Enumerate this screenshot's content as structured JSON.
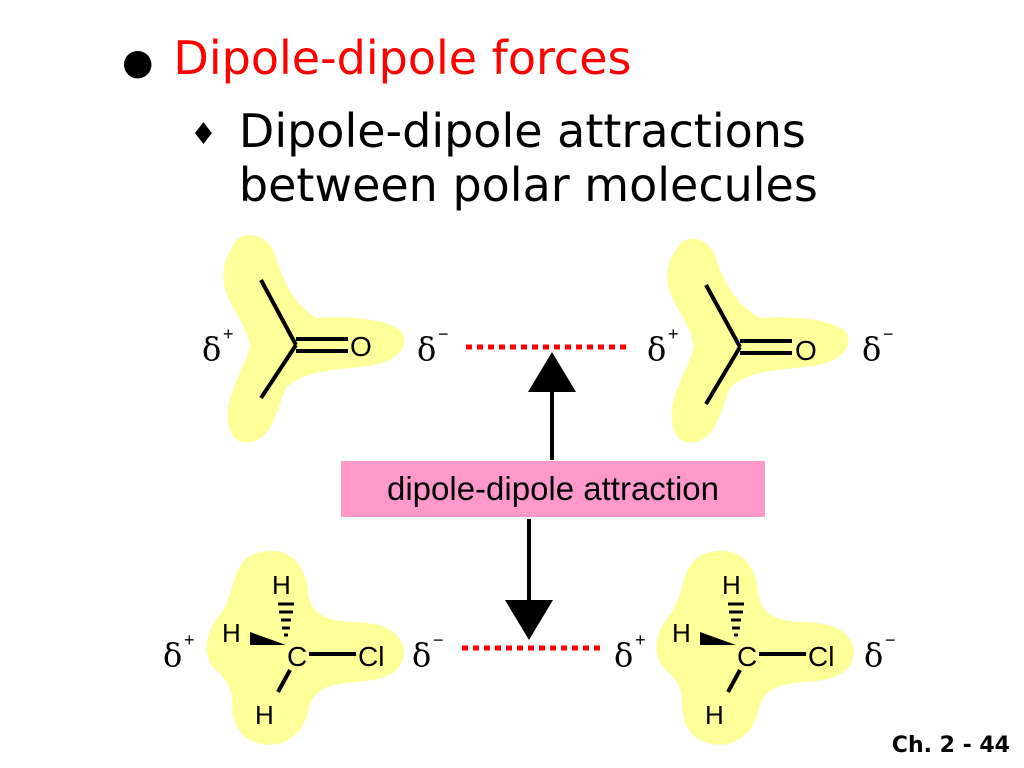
{
  "heading": {
    "bullet": "●",
    "text": "Dipole-dipole forces"
  },
  "subpoint": {
    "marker": "♦",
    "line1": "Dipole-dipole attractions",
    "line2": "between polar molecules"
  },
  "molecules": {
    "top_left": {
      "atom_o": "O",
      "delta_plus": "δ",
      "plus": "+",
      "delta_minus": "δ",
      "minus": "−"
    },
    "top_right": {
      "atom_o": "O",
      "delta_plus": "δ",
      "plus": "+",
      "delta_minus": "δ",
      "minus": "−"
    },
    "bottom_left": {
      "h_top": "H",
      "h_left": "H",
      "h_bottom": "H",
      "c": "C",
      "cl": "Cl",
      "delta_plus": "δ",
      "plus": "+",
      "delta_minus": "δ",
      "minus": "−"
    },
    "bottom_right": {
      "h_top": "H",
      "h_left": "H",
      "h_bottom": "H",
      "c": "C",
      "cl": "Cl",
      "delta_plus": "δ",
      "plus": "+",
      "delta_minus": "δ",
      "minus": "−"
    }
  },
  "attraction_label": "dipole-dipole attraction",
  "footer": "Ch. 2 - 44",
  "colors": {
    "heading": "#ff0000",
    "highlight": "#ffff99",
    "label_bg": "#ff99cc",
    "dotted_line": "#ff0000"
  }
}
